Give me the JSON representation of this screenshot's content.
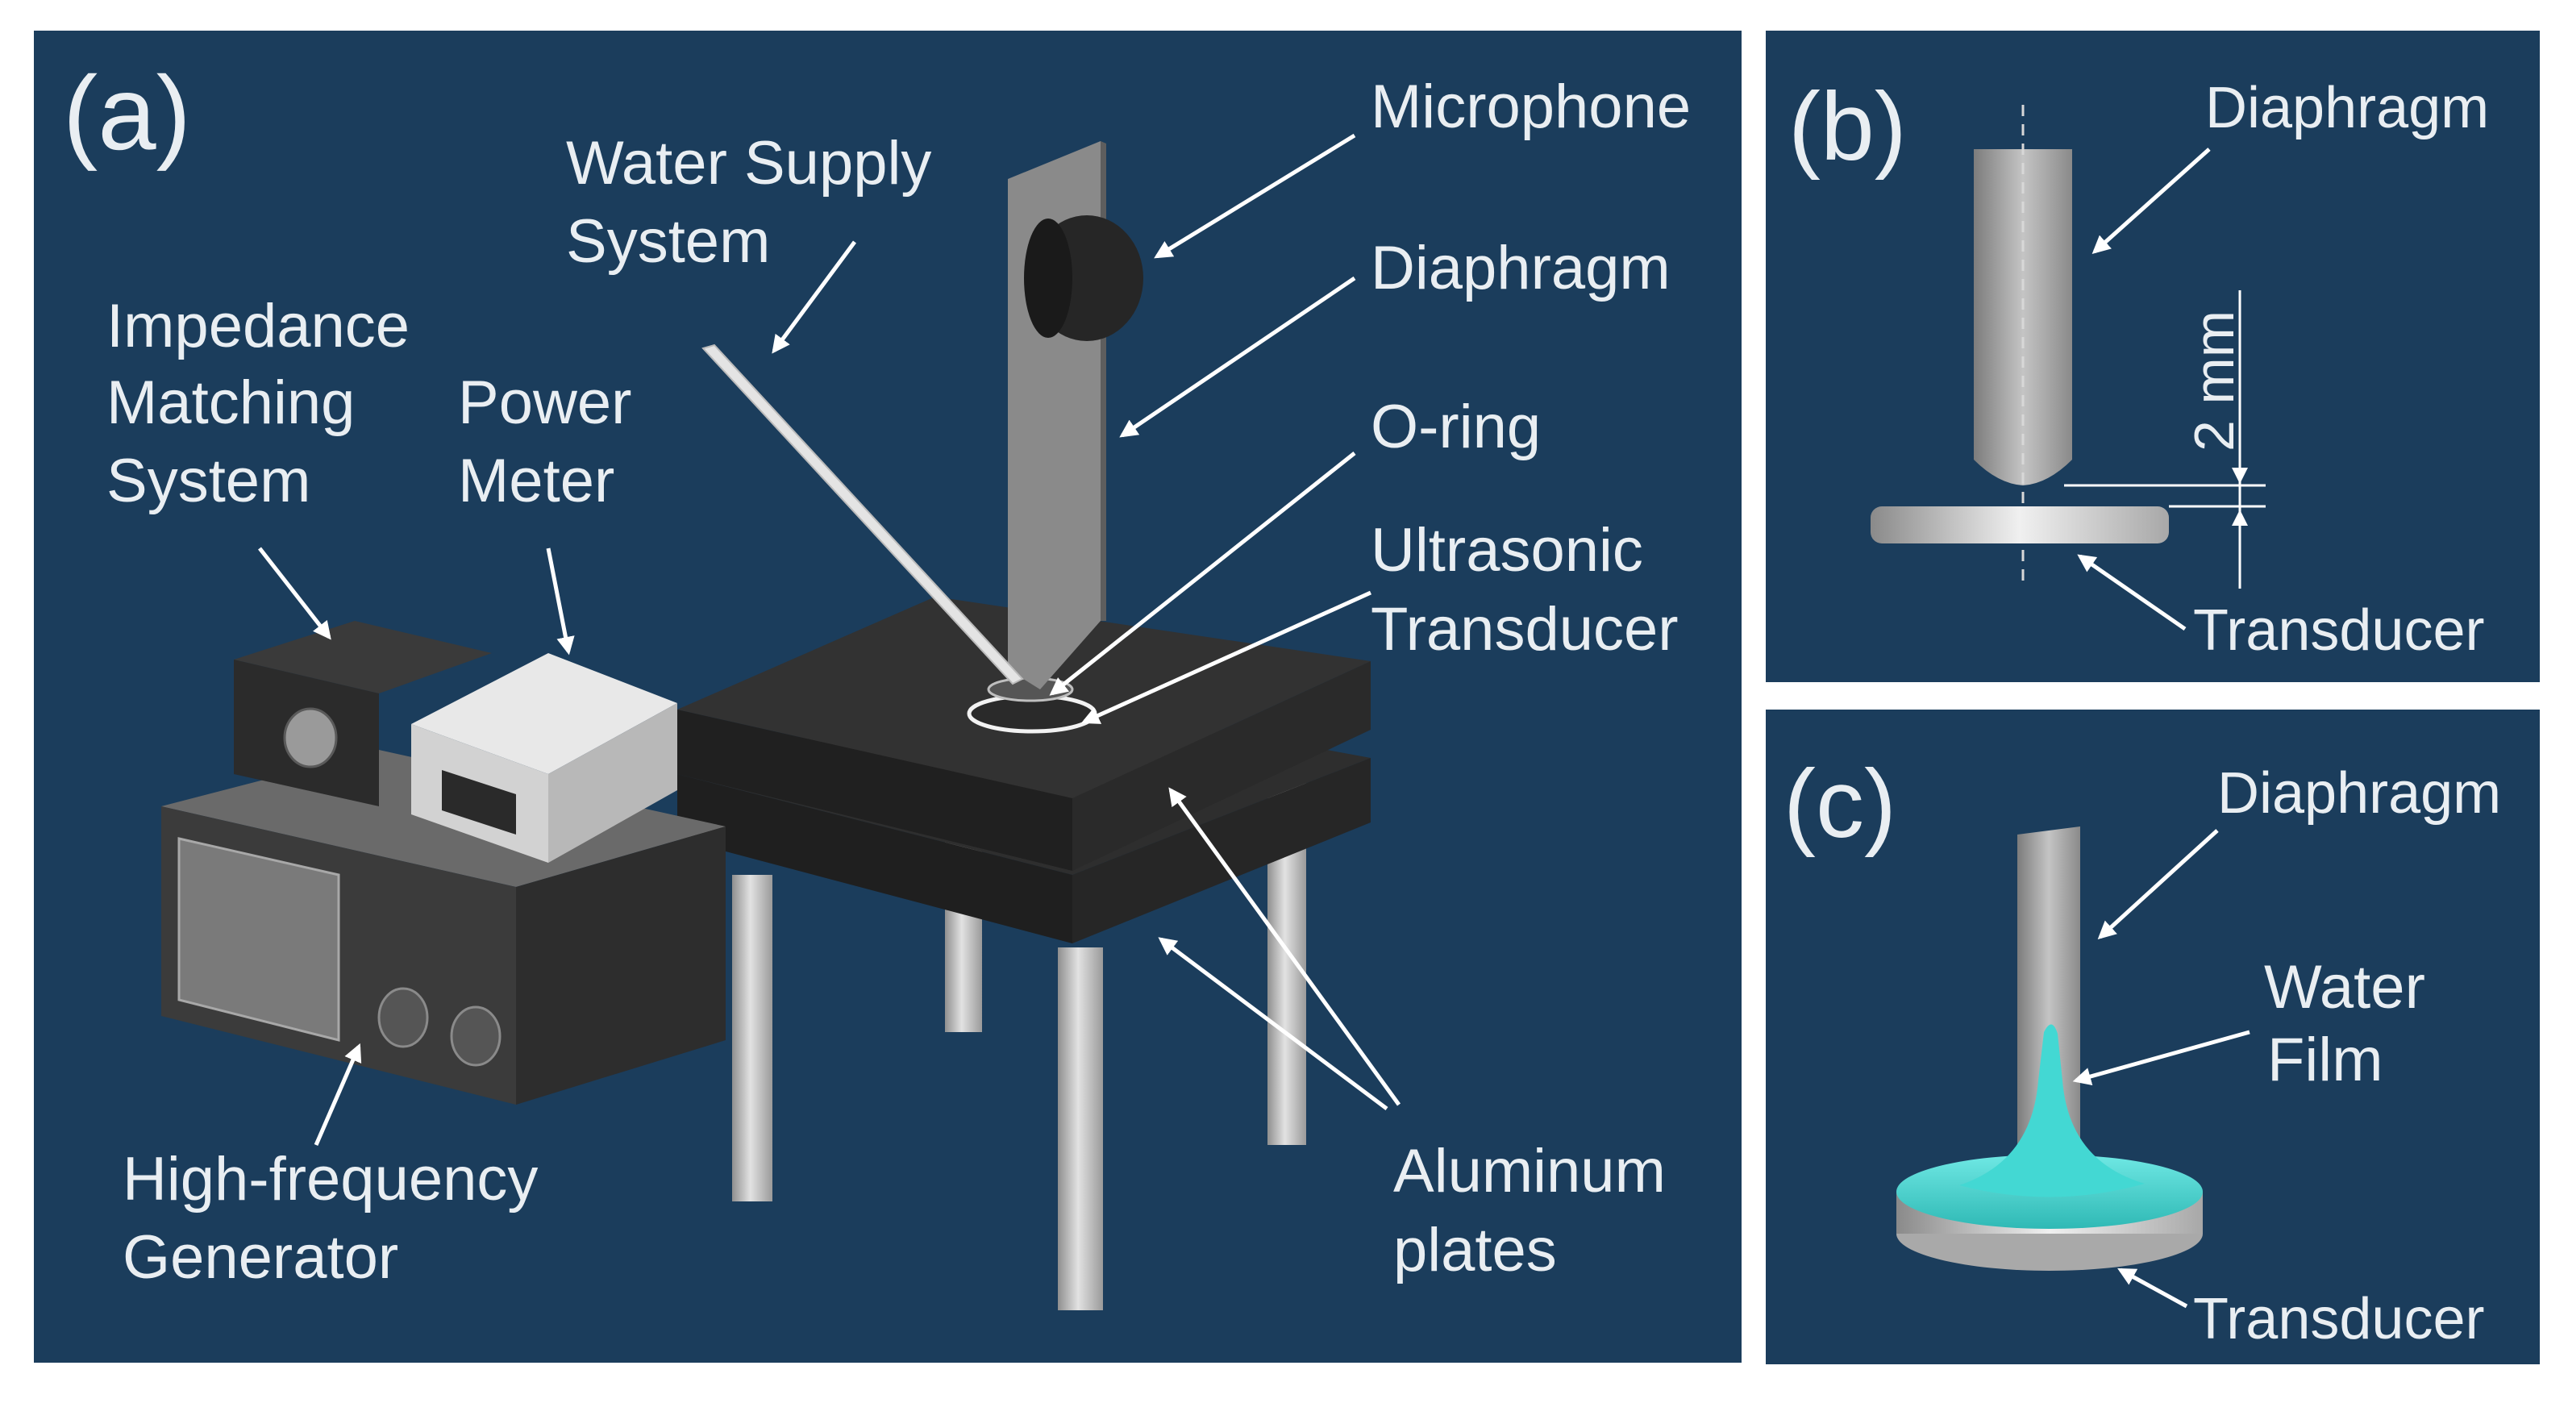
{
  "colors": {
    "panel_bg": "#1b3d5c",
    "label": "#e9eef2",
    "plate": "#2a2a2a",
    "leg": "#c9c9c9",
    "water_film": "#3fd3cf"
  },
  "panel_a": {
    "tag": "(a)",
    "labels": {
      "microphone": "Microphone",
      "water_supply_1": "Water Supply",
      "water_supply_2": "System",
      "diaphragm": "Diaphragm",
      "impedance_1": "Impedance",
      "impedance_2": "Matching",
      "impedance_3": "System",
      "power_1": "Power",
      "power_2": "Meter",
      "oring": "O-ring",
      "ultrasonic_1": "Ultrasonic",
      "ultrasonic_2": "Transducer",
      "generator_1": "High-frequency",
      "generator_2": "Generator",
      "aluminum_1": "Aluminum",
      "aluminum_2": "plates"
    }
  },
  "panel_b": {
    "tag": "(b)",
    "labels": {
      "diaphragm": "Diaphragm",
      "gap": "2 mm",
      "transducer": "Transducer"
    }
  },
  "panel_c": {
    "tag": "(c)",
    "labels": {
      "diaphragm": "Diaphragm",
      "water_1": "Water",
      "water_2": "Film",
      "transducer": "Transducer"
    }
  }
}
